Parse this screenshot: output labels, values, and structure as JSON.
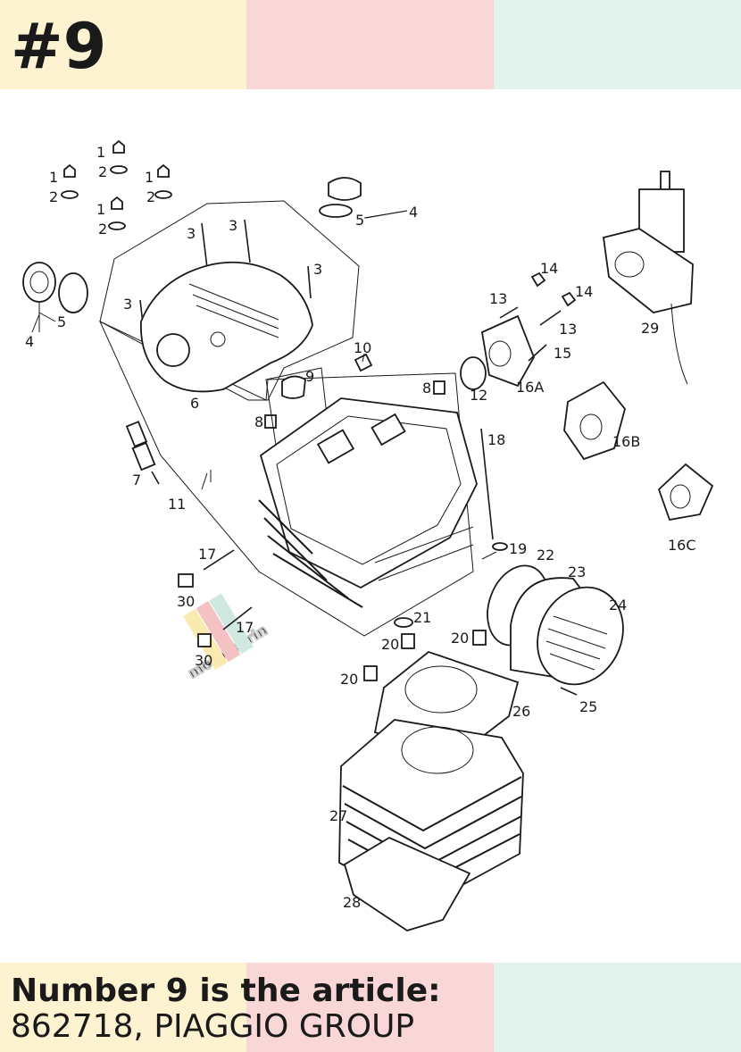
{
  "header": {
    "number_label": "#9"
  },
  "colors": {
    "band_yellow": "#fdf3d0",
    "band_pink": "#f8d7d6",
    "band_mint": "#e2f2ec",
    "text": "#1a1a1a"
  },
  "diagram": {
    "watermark": "motorkerin",
    "callouts": [
      "1",
      "2",
      "1",
      "2",
      "1",
      "2",
      "1",
      "2",
      "3",
      "3",
      "3",
      "3",
      "4",
      "5",
      "4",
      "5",
      "6",
      "7",
      "8",
      "8",
      "9",
      "10",
      "11",
      "12",
      "13",
      "13",
      "14",
      "14",
      "15",
      "16A",
      "16B",
      "16C",
      "17",
      "17",
      "18",
      "19",
      "20",
      "20",
      "20",
      "21",
      "22",
      "23",
      "24",
      "25",
      "26",
      "27",
      "28",
      "29",
      "30",
      "30"
    ]
  },
  "caption": {
    "line1": "Number 9 is the article:",
    "line2": "862718, PIAGGIO GROUP"
  }
}
